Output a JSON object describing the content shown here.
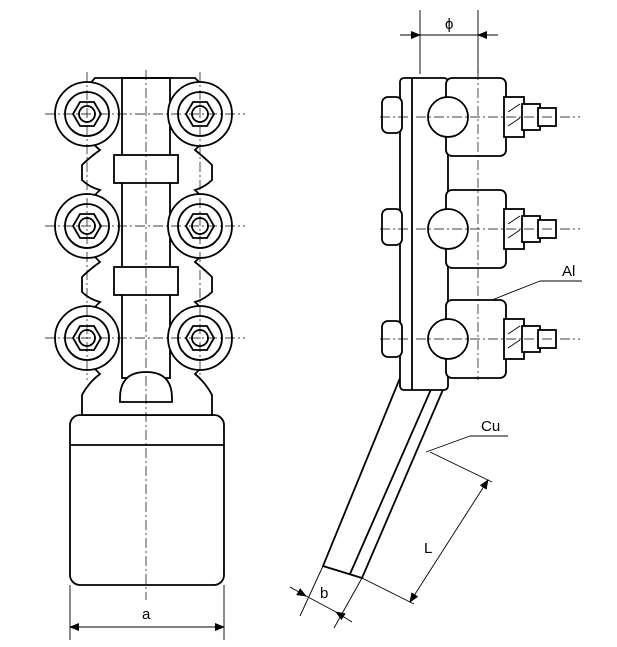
{
  "labels": {
    "phi": "ϕ",
    "al": "Al",
    "cu": "Cu",
    "length": "L",
    "width": "a",
    "thickness": "b"
  },
  "colors": {
    "line": "#000000",
    "background": "#ffffff"
  }
}
